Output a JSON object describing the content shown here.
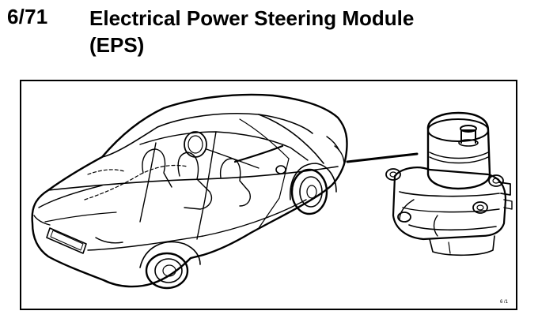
{
  "header": {
    "number": "6/71",
    "title_line1": "Electrical Power Steering Module",
    "title_line2": "(EPS)"
  },
  "figure": {
    "code": "6 /1",
    "subjects": [
      "car-cutaway",
      "eps-module"
    ]
  }
}
